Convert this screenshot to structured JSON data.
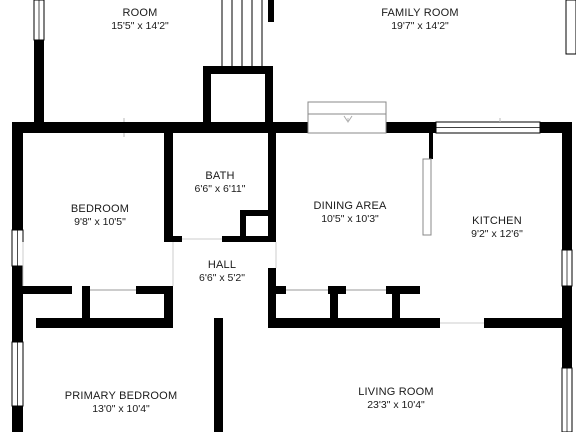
{
  "rooms": {
    "room": {
      "name": "ROOM",
      "dims": "15'5\" x 14'2\""
    },
    "family_room": {
      "name": "FAMILY ROOM",
      "dims": "19'7\" x 14'2\""
    },
    "bath": {
      "name": "BATH",
      "dims": "6'6\" x 6'11\""
    },
    "bedroom": {
      "name": "BEDROOM",
      "dims": "9'8\" x 10'5\""
    },
    "dining_area": {
      "name": "DINING AREA",
      "dims": "10'5\" x 10'3\""
    },
    "kitchen": {
      "name": "KITCHEN",
      "dims": "9'2\" x 12'6\""
    },
    "hall": {
      "name": "HALL",
      "dims": "6'6\" x 5'2\""
    },
    "primary_bedroom": {
      "name": "PRIMARY BEDROOM",
      "dims": "13'0\" x 10'4\""
    },
    "living_room": {
      "name": "LIVING ROOM",
      "dims": "23'3\" x 10'4\""
    }
  },
  "colors": {
    "wall": "#000000",
    "background": "#ffffff",
    "window": "#ffffff",
    "fixture_line": "#999999"
  }
}
